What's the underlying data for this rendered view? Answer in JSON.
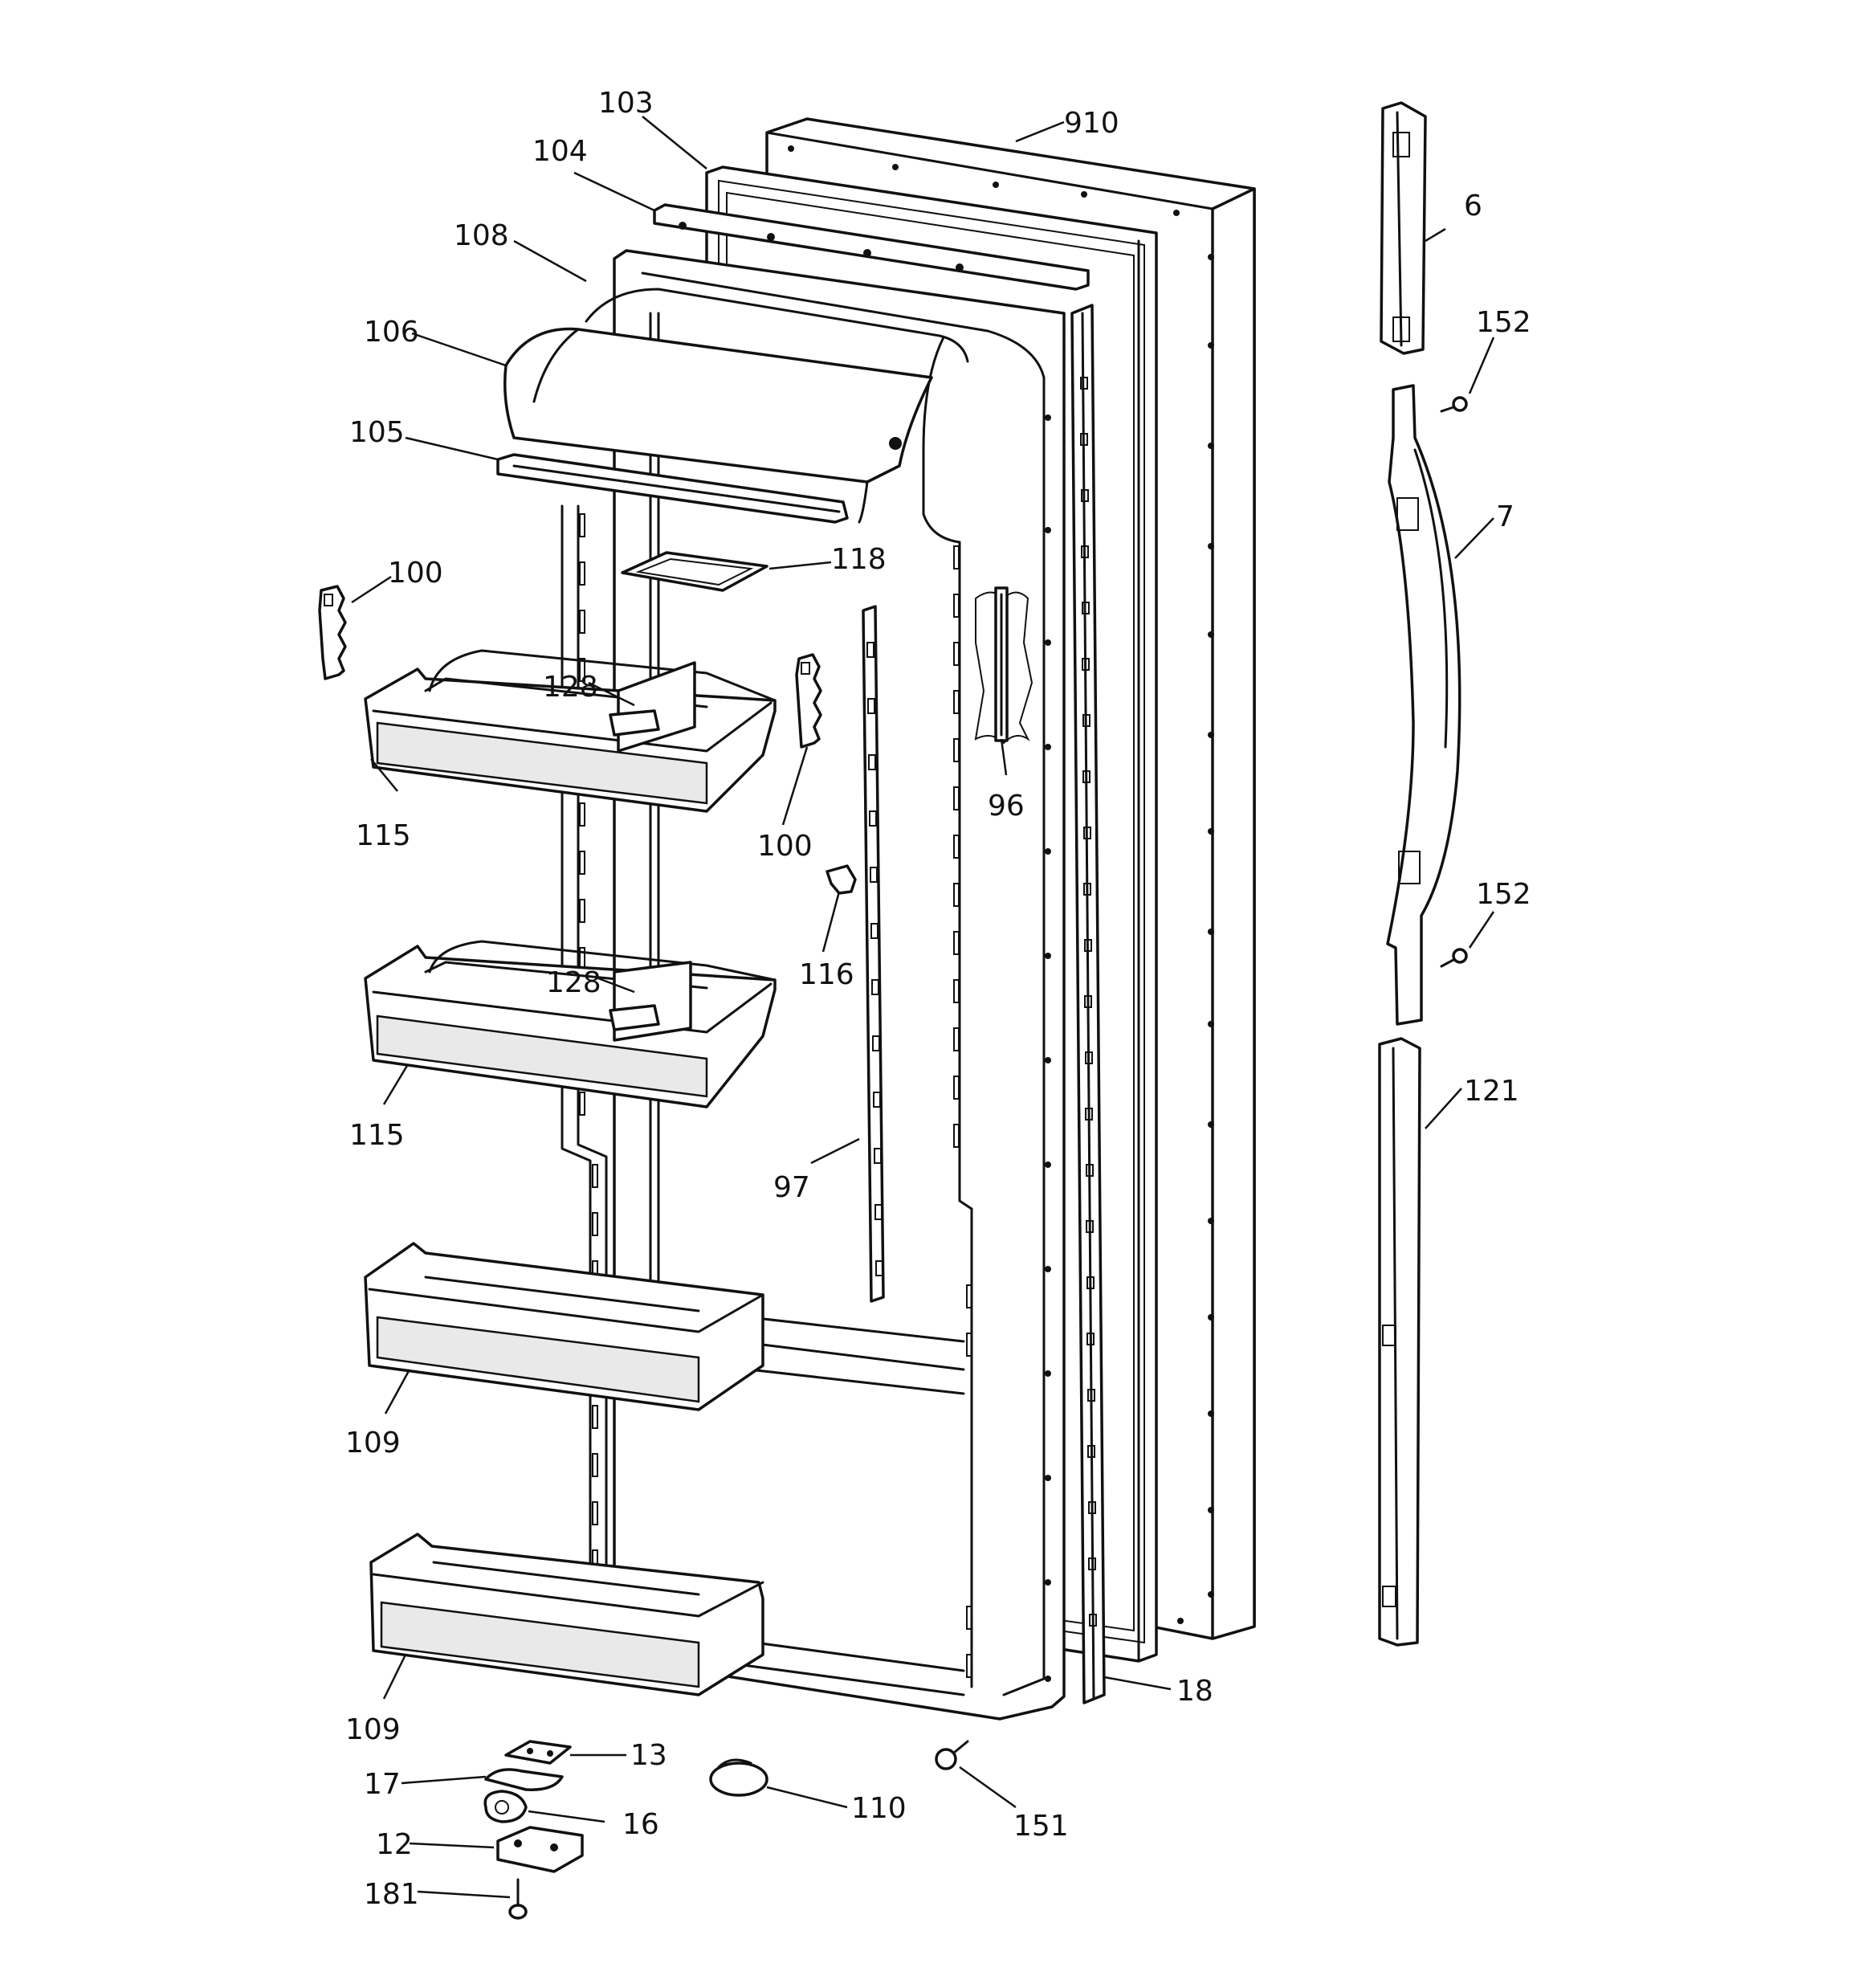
{
  "diagram": {
    "callouts": {
      "c103": "103",
      "c910": "910",
      "c104": "104",
      "c108": "108",
      "c106": "106",
      "c105": "105",
      "c118": "118",
      "c100a": "100",
      "c100b": "100",
      "c128a": "128",
      "c128b": "128",
      "c115a": "115",
      "c115b": "115",
      "c116": "116",
      "c96": "96",
      "c97": "97",
      "c109a": "109",
      "c109b": "109",
      "c18": "18",
      "c13": "13",
      "c17": "17",
      "c16": "16",
      "c12": "12",
      "c181": "181",
      "c110": "110",
      "c151": "151",
      "c6": "6",
      "c152a": "152",
      "c7": "7",
      "c152b": "152",
      "c121": "121"
    }
  }
}
